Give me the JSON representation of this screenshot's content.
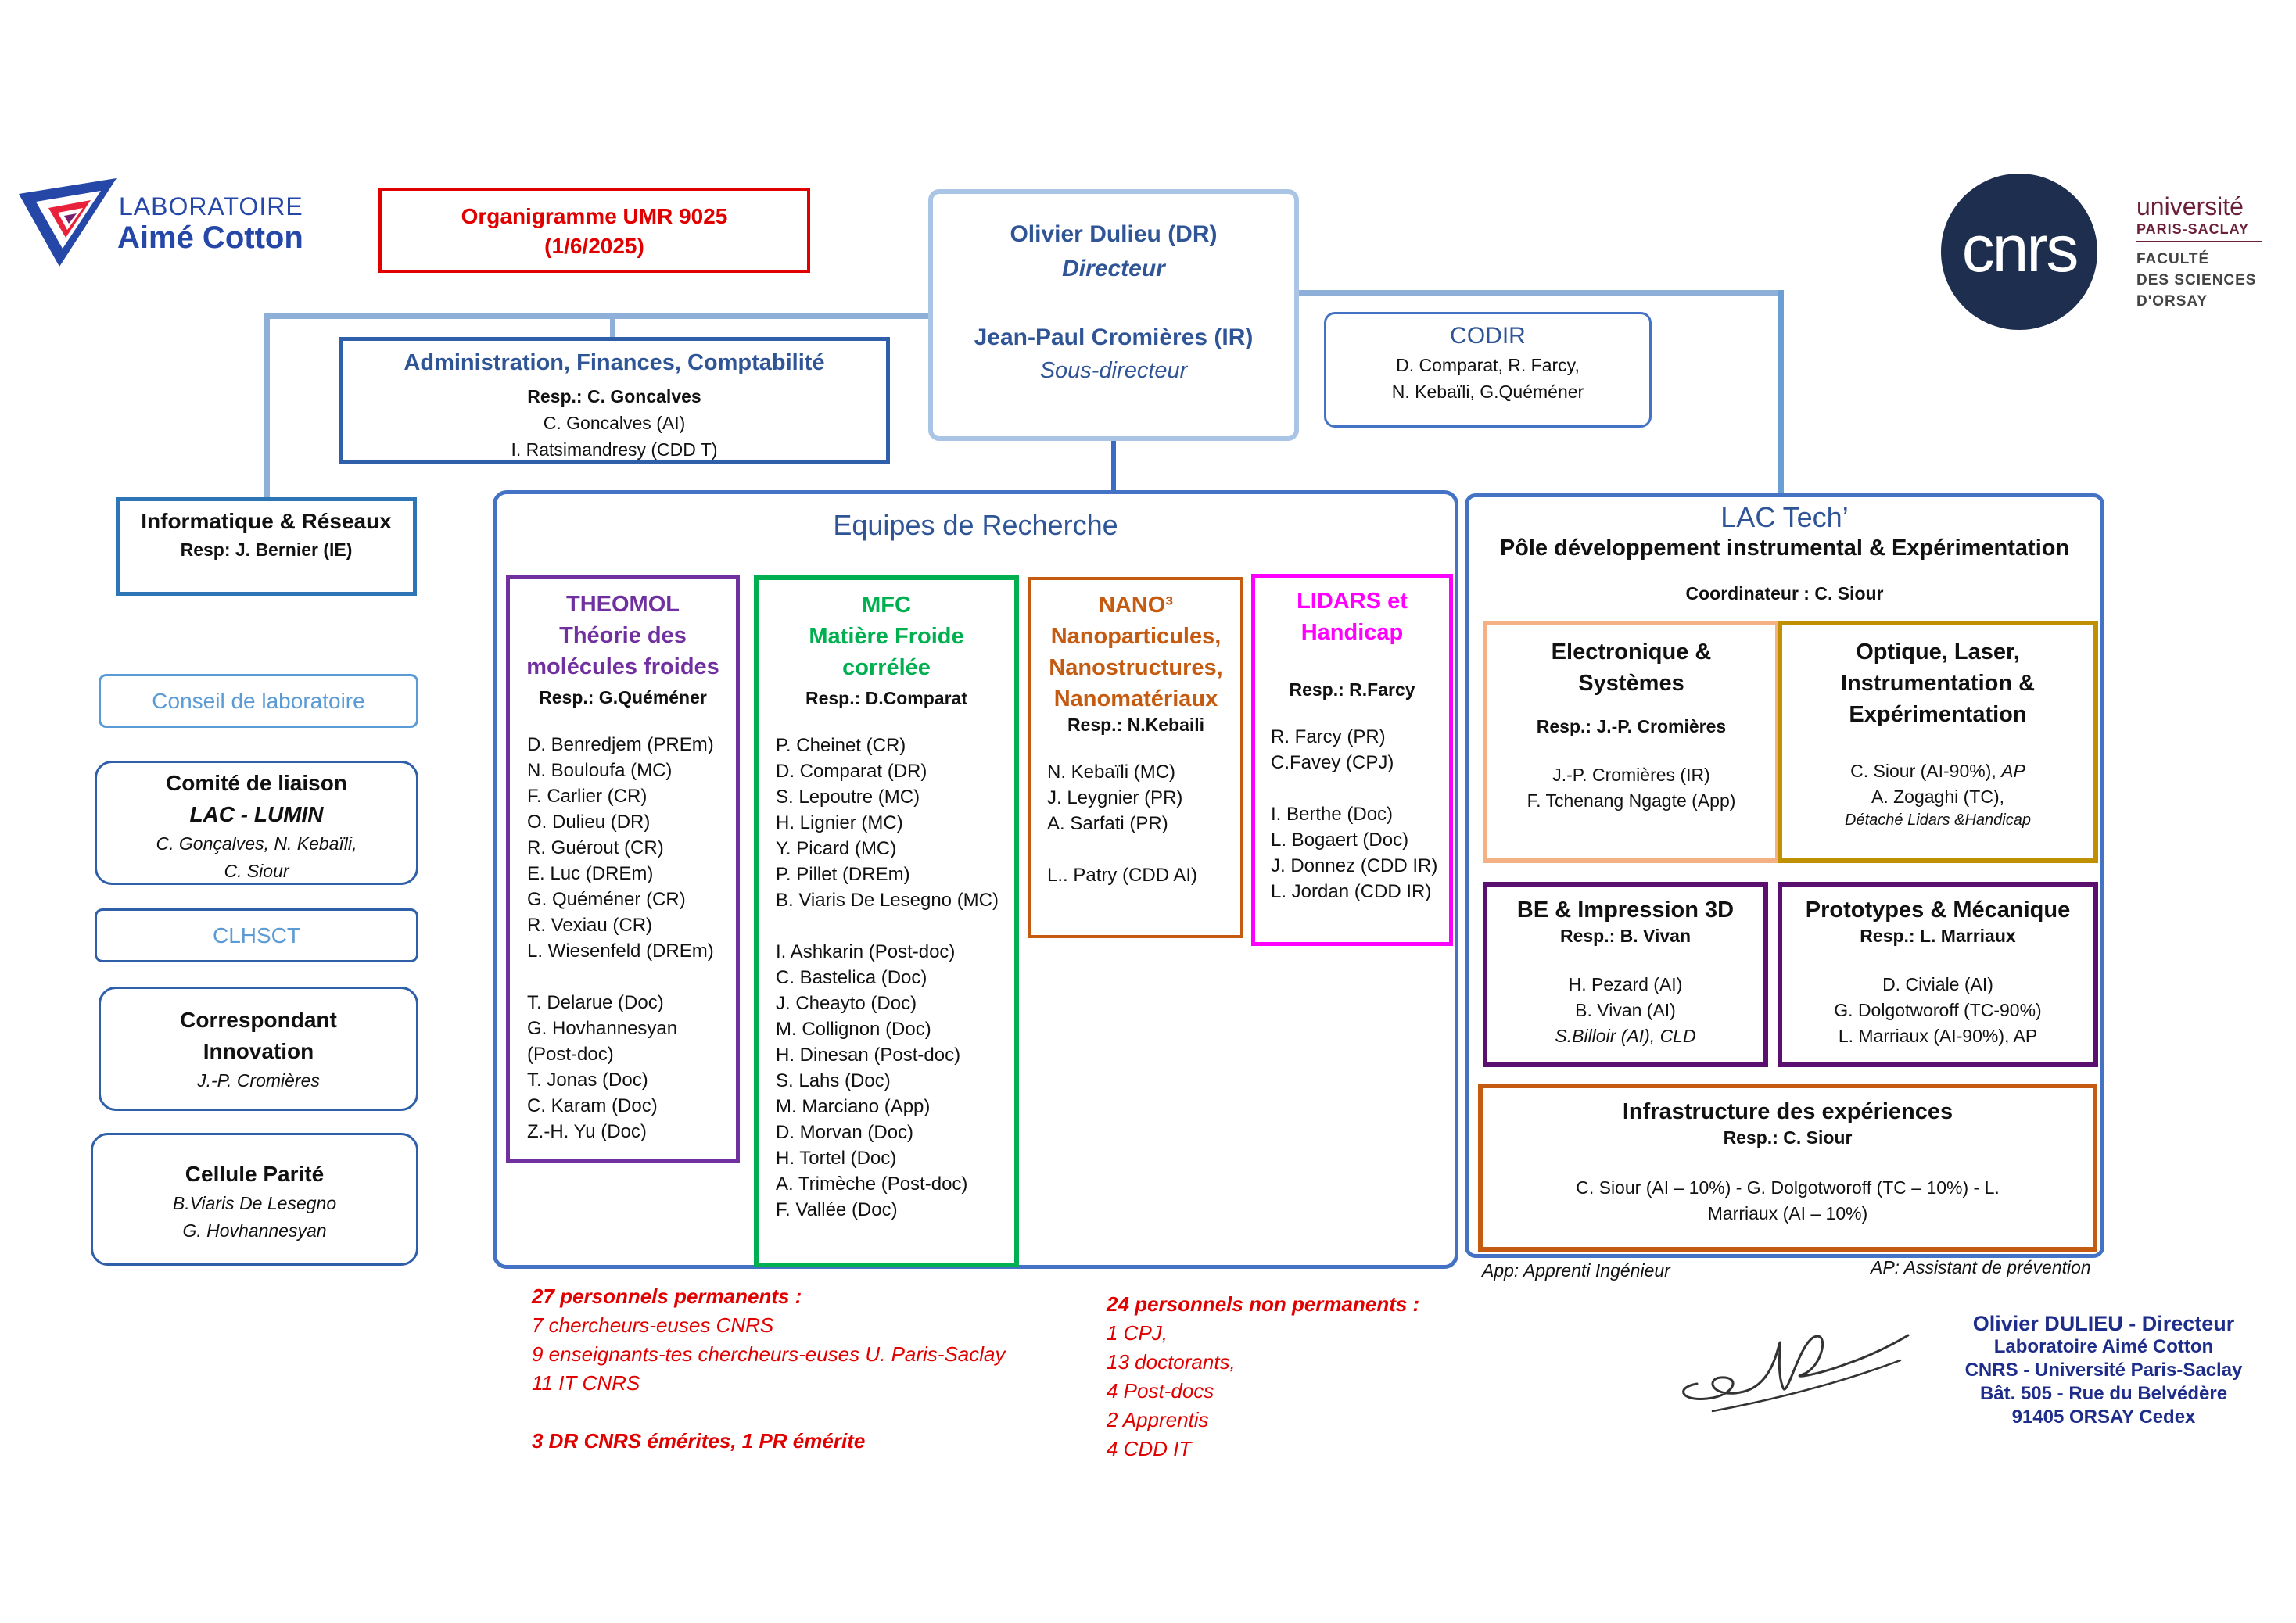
{
  "logos": {
    "lac_line1": "LABORATOIRE",
    "lac_line2": "Aimé Cotton",
    "cnrs": "cnrs",
    "ups_line1": "université",
    "ups_line2": "PARIS-SACLAY",
    "ups_line3": "FACULTÉ",
    "ups_line4": "DES SCIENCES",
    "ups_line5": "D'ORSAY"
  },
  "header": {
    "title_line1": "Organigramme UMR 9025",
    "title_line2": "(1/6/2025)"
  },
  "direction": {
    "director_name": "Olivier Dulieu (DR)",
    "director_role": "Directeur",
    "deputy_name": "Jean-Paul Cromières (IR)",
    "deputy_role": "Sous-directeur"
  },
  "admin": {
    "title": "Administration, Finances, Comptabilité",
    "resp": "Resp.: C. Goncalves",
    "members": [
      "C. Goncalves (AI)",
      "I. Ratsimandresy (CDD T)"
    ]
  },
  "codir": {
    "title": "CODIR",
    "line1": "D. Comparat, R. Farcy,",
    "line2": "N. Kebaïli, G.Quéméner"
  },
  "it": {
    "title": "Informatique & Réseaux",
    "resp": "Resp: J. Bernier (IE)"
  },
  "left_boxes": {
    "conseil": "Conseil de laboratoire",
    "comite_title": "Comité de liaison",
    "comite_sub": "LAC - LUMIN",
    "comite_members1": "C. Gonçalves, N. Kebaïli,",
    "comite_members2": "C. Siour",
    "clhsct": "CLHSCT",
    "innov_title1": "Correspondant",
    "innov_title2": "Innovation",
    "innov_member": "J.-P. Cromières",
    "parite_title": "Cellule Parité",
    "parite_member1": "B.Viaris De Lesegno",
    "parite_member2": "G. Hovhannesyan"
  },
  "research": {
    "title": "Equipes de Recherche",
    "theomol": {
      "title1": "THEOMOL",
      "title2": "Théorie des",
      "title3": "molécules froides",
      "resp": "Resp.: G.Quéméner",
      "members_a": [
        "D. Benredjem (PREm)",
        "N. Bouloufa (MC)",
        "F. Carlier (CR)",
        "O. Dulieu (DR)",
        "R. Guérout (CR)",
        "E. Luc (DREm)",
        "G. Quéméner (CR)",
        "R. Vexiau (CR)",
        "L. Wiesenfeld (DREm)"
      ],
      "members_b": [
        "T. Delarue (Doc)",
        "G. Hovhannesyan",
        "(Post-doc)",
        "T. Jonas (Doc)",
        "C. Karam (Doc)",
        "Z.-H. Yu (Doc)"
      ]
    },
    "mfc": {
      "title1": "MFC",
      "title2": "Matière Froide",
      "title3": "corrélée",
      "resp": "Resp.: D.Comparat",
      "members_a": [
        "P. Cheinet (CR)",
        "D. Comparat (DR)",
        "S. Lepoutre (MC)",
        "H. Lignier (MC)",
        "Y. Picard (MC)",
        "P. Pillet (DREm)",
        "B. Viaris De Lesegno (MC)"
      ],
      "members_b": [
        "I. Ashkarin (Post-doc)",
        "C. Bastelica (Doc)",
        "J. Cheayto (Doc)",
        "M. Collignon (Doc)",
        "H. Dinesan (Post-doc)",
        "S. Lahs (Doc)",
        "M. Marciano (App)",
        "D. Morvan (Doc)",
        "H. Tortel (Doc)",
        "A. Trimèche (Post-doc)",
        "F. Vallée (Doc)"
      ]
    },
    "nano": {
      "title1": "NANO³",
      "title2": "Nanoparticules,",
      "title3": "Nanostructures,",
      "title4": "Nanomatériaux",
      "resp": "Resp.: N.Kebaili",
      "members_a": [
        "N. Kebaïli (MC)",
        "J. Leygnier (PR)",
        "A. Sarfati (PR)"
      ],
      "members_b": [
        "L.. Patry (CDD AI)"
      ]
    },
    "lidars": {
      "title1": "LIDARS et",
      "title2": "Handicap",
      "resp": "Resp.: R.Farcy",
      "members_a": [
        "R. Farcy (PR)",
        "C.Favey (CPJ)"
      ],
      "members_b": [
        "I. Berthe (Doc)",
        "L. Bogaert (Doc)",
        "J. Donnez (CDD IR)",
        "L. Jordan (CDD IR)"
      ]
    }
  },
  "lactech": {
    "title": "LAC Tech’",
    "subtitle": "Pôle développement instrumental & Expérimentation",
    "coordinator": "Coordinateur : C. Siour",
    "electronique": {
      "title1": "Electronique &",
      "title2": "Systèmes",
      "resp": "Resp.: J.-P. Cromières",
      "members": [
        "J.-P. Cromières (IR)",
        "F. Tchenang Ngagte (App)"
      ]
    },
    "optique": {
      "title1": "Optique, Laser,",
      "title2": "Instrumentation &",
      "title3": "Expérimentation",
      "member1": "C. Siour (AI-90%), ",
      "member1_it": "AP",
      "member2": "A. Zogaghi (TC),",
      "member3": "Détaché Lidars &Handicap"
    },
    "be": {
      "title": "BE & Impression 3D",
      "resp": "Resp.: B. Vivan",
      "member1": "H. Pezard (AI)",
      "member2": "B. Vivan (AI)",
      "member3": "S.Billoir (AI), CLD"
    },
    "proto": {
      "title": "Prototypes & Mécanique",
      "resp": "Resp.: L. Marriaux",
      "members": [
        "D. Civiale (AI)",
        "G. Dolgotworoff (TC-90%)",
        "L. Marriaux (AI-90%), AP"
      ]
    },
    "infra": {
      "title": "Infrastructure des expériences",
      "resp": "Resp.: C. Siour",
      "line1": "C. Siour (AI – 10%) - G. Dolgotworoff (TC – 10%) - L.",
      "line2": "Marriaux (AI – 10%)"
    }
  },
  "legend": {
    "app": "App: Apprenti Ingénieur",
    "ap": "AP: Assistant de prévention"
  },
  "stats": {
    "perm_title": "27 personnels permanents :",
    "perm_lines": [
      "7 chercheurs-euses CNRS",
      "9 enseignants-tes chercheurs-euses U. Paris-Saclay",
      "11 IT CNRS"
    ],
    "emeritus": "3 DR CNRS émérites, 1 PR émérite",
    "nonperm_title": "24 personnels non permanents :",
    "nonperm_lines": [
      "1 CPJ,",
      "13 doctorants,",
      "4 Post-docs",
      "2 Apprentis",
      "4 CDD IT"
    ]
  },
  "stamp": {
    "line1": "Olivier DULIEU - Directeur",
    "line2": "Laboratoire Aimé Cotton",
    "line3": "CNRS - Université Paris-Saclay",
    "line4": "Bât. 505 - Rue du Belvédère",
    "line5": "91405 ORSAY Cedex"
  },
  "colors": {
    "theomol": "#7030a0",
    "mfc": "#00b050",
    "nano": "#c55a11",
    "lidars": "#ff00ff",
    "electronique": "#f4b183",
    "optique": "#bf9000",
    "be": "#5b0f6e",
    "infra": "#c55a11",
    "admin": "#2e5fa8",
    "red": "#e00000"
  }
}
